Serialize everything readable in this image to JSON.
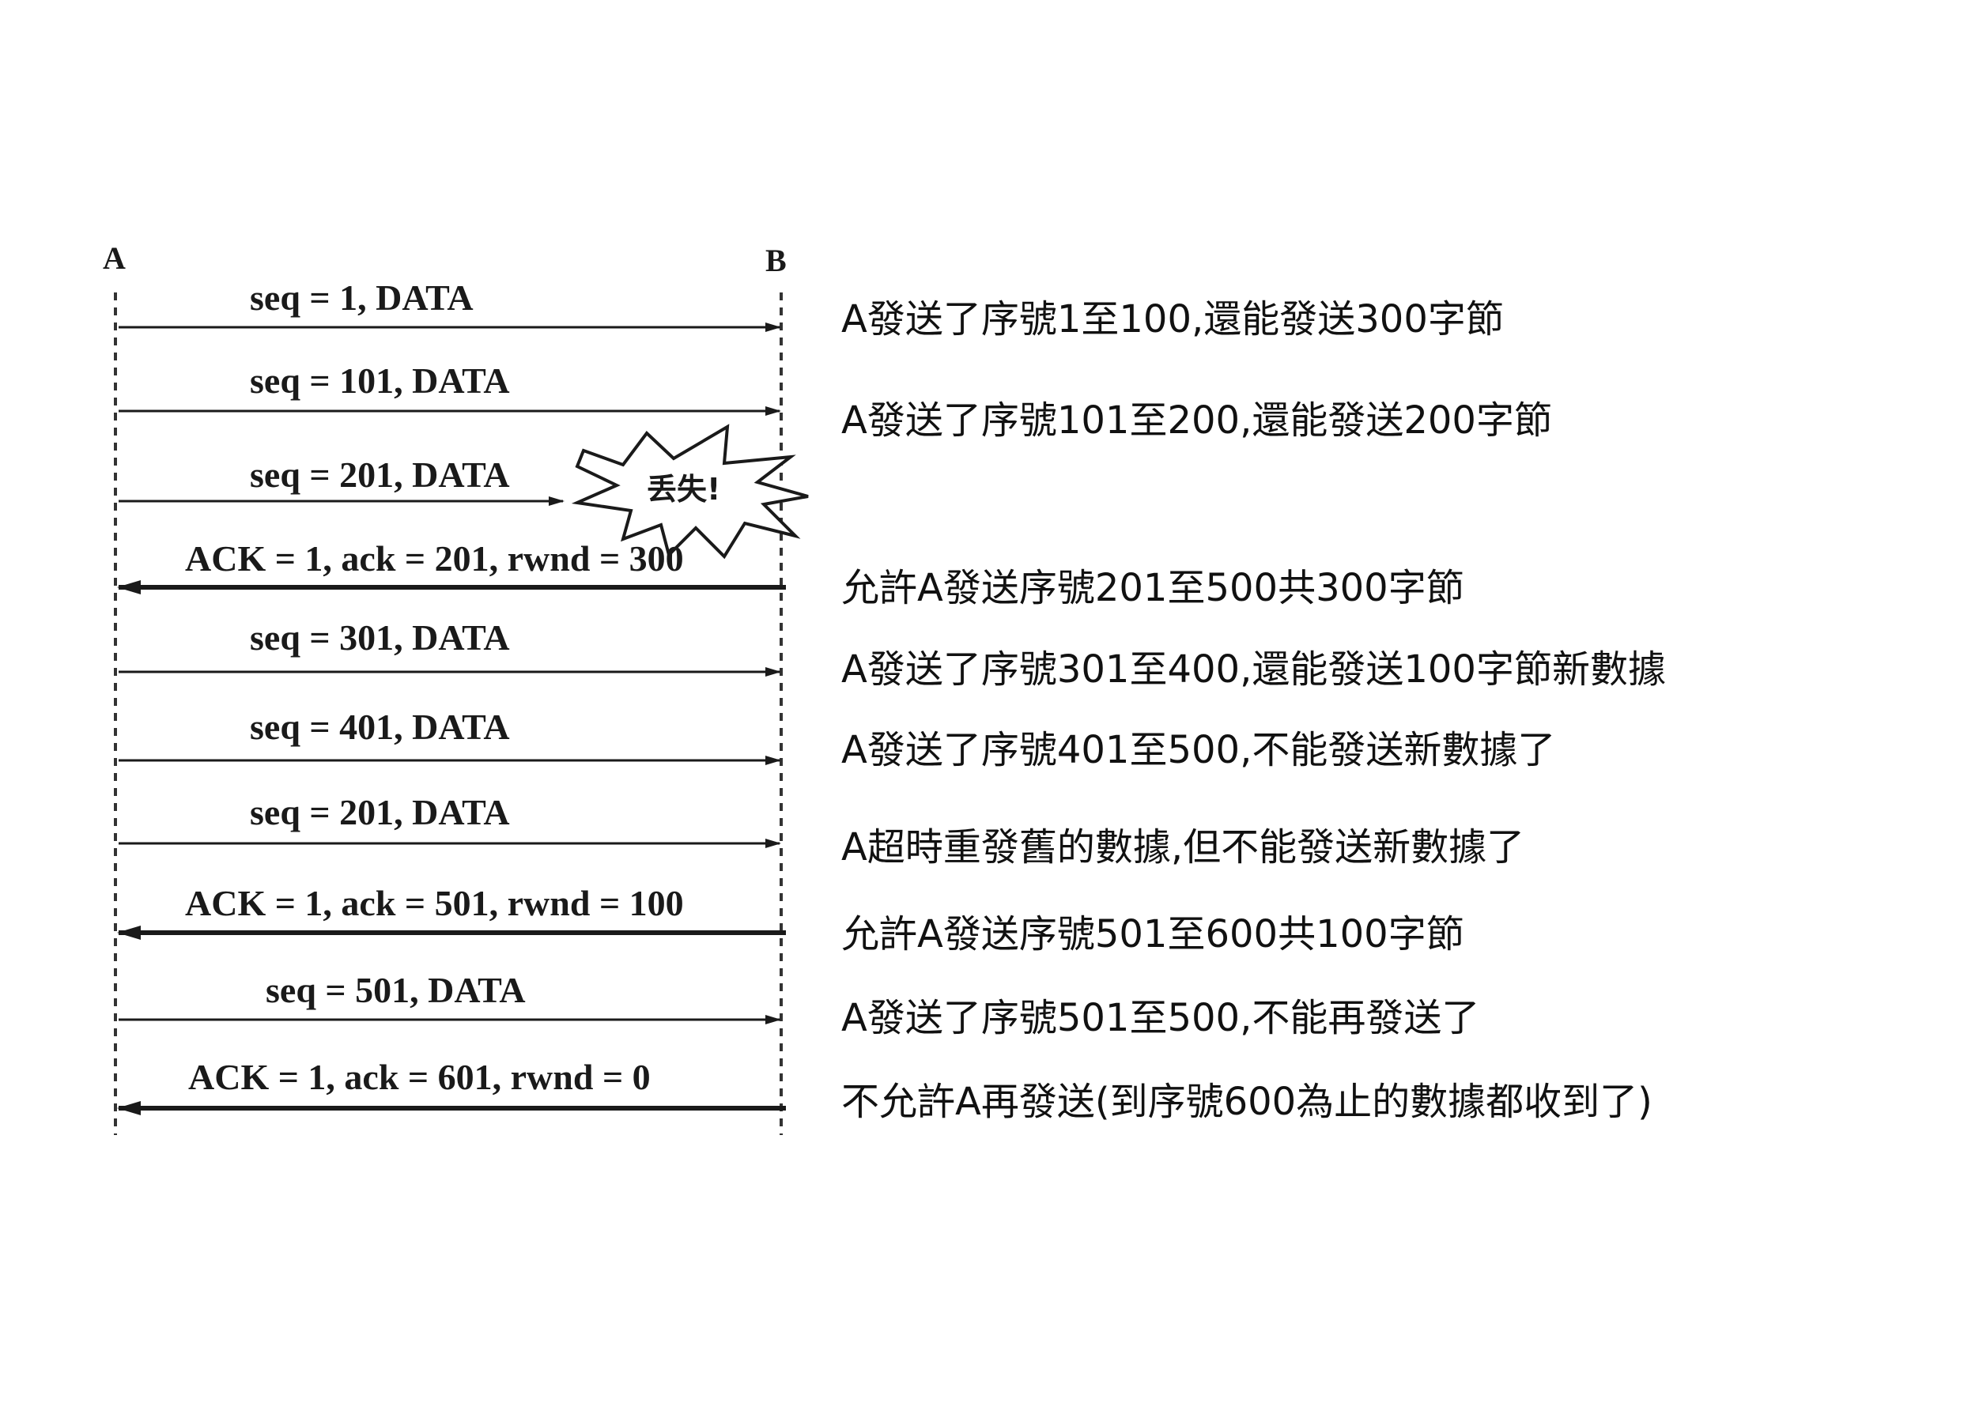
{
  "nodes": {
    "a": "A",
    "b": "B"
  },
  "messages": [
    {
      "label": "seq = 1, DATA",
      "direction": "A->B",
      "lost": false
    },
    {
      "label": "seq = 101, DATA",
      "direction": "A->B",
      "lost": false
    },
    {
      "label": "seq = 201, DATA",
      "direction": "A->B",
      "lost": true
    },
    {
      "label": "ACK = 1, ack = 201, rwnd = 300",
      "direction": "B->A",
      "lost": false
    },
    {
      "label": "seq = 301, DATA",
      "direction": "A->B",
      "lost": false
    },
    {
      "label": "seq = 401, DATA",
      "direction": "A->B",
      "lost": false
    },
    {
      "label": "seq = 201, DATA",
      "direction": "A->B",
      "lost": false
    },
    {
      "label": "ACK = 1, ack = 501, rwnd = 100",
      "direction": "B->A",
      "lost": false
    },
    {
      "label": "seq = 501, DATA",
      "direction": "A->B",
      "lost": false
    },
    {
      "label": "ACK = 1, ack = 601, rwnd = 0",
      "direction": "B->A",
      "lost": false
    }
  ],
  "lost_label": "丢失!",
  "annotations": [
    "A發送了序號1至100,還能發送300字節",
    "A發送了序號101至200,還能發送200字節",
    "允許A發送序號201至500共300字節",
    "A發送了序號301至400,還能發送100字節新數據",
    "A發送了序號401至500,不能發送新數據了",
    "A超時重發舊的數據,但不能發送新數據了",
    "允許A發送序號501至600共100字節",
    "A發送了序號501至500,不能再發送了",
    "不允許A再發送(到序號600為止的數據都收到了)"
  ]
}
